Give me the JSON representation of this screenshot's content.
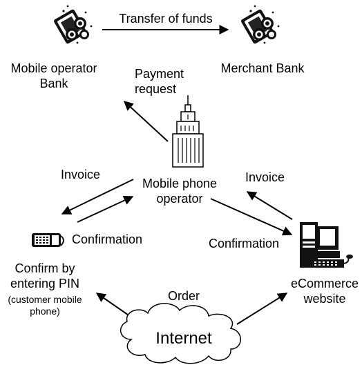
{
  "diagram": {
    "title": "",
    "nodes": {
      "mobile_operator_bank": {
        "label_line1": "Mobile operator",
        "label_line2": "Bank",
        "icon": "money-coins-icon"
      },
      "merchant_bank": {
        "label": "Merchant Bank",
        "icon": "money-coins-icon"
      },
      "mobile_phone_operator": {
        "label_line1": "Mobile phone",
        "label_line2": "operator",
        "icon": "skyscraper-icon"
      },
      "customer": {
        "label_line1": "Confirm by",
        "label_line2": "entering PIN",
        "sub_line1": "(customer mobile",
        "sub_line2": "phone)",
        "icon": "mobile-phone-icon"
      },
      "ecommerce": {
        "label_line1": "eCommerce",
        "label_line2": "website",
        "icon": "computer-icon"
      },
      "internet": {
        "label": "Internet",
        "icon": "cloud-icon"
      }
    },
    "edges": {
      "transfer": "Transfer of funds",
      "payment_line1": "Payment",
      "payment_line2": "request",
      "invoice_left": "Invoice",
      "invoice_right": "Invoice",
      "confirm_left": "Confirmation",
      "confirm_right": "Confirmation",
      "order": "Order"
    }
  }
}
